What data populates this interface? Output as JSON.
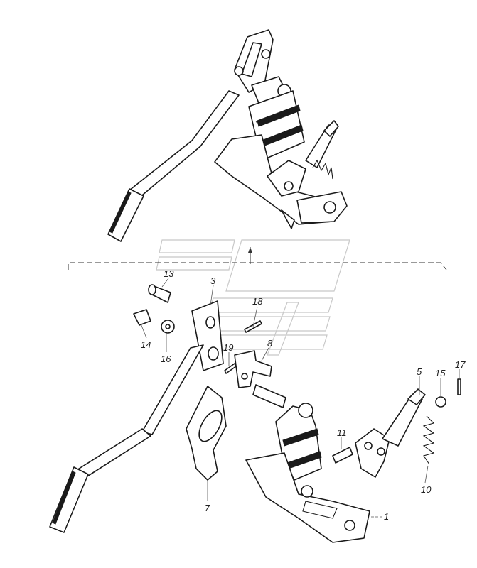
{
  "diagram": {
    "callouts": [
      {
        "id": "c1",
        "label": "1"
      },
      {
        "id": "c3",
        "label": "3"
      },
      {
        "id": "c5",
        "label": "5"
      },
      {
        "id": "c7",
        "label": "7"
      },
      {
        "id": "c8",
        "label": "8"
      },
      {
        "id": "c10",
        "label": "10"
      },
      {
        "id": "c11",
        "label": "11"
      },
      {
        "id": "c13",
        "label": "13"
      },
      {
        "id": "c14",
        "label": "14"
      },
      {
        "id": "c15",
        "label": "15"
      },
      {
        "id": "c16",
        "label": "16"
      },
      {
        "id": "c17",
        "label": "17"
      },
      {
        "id": "c18",
        "label": "18"
      },
      {
        "id": "c19",
        "label": "19"
      }
    ]
  }
}
